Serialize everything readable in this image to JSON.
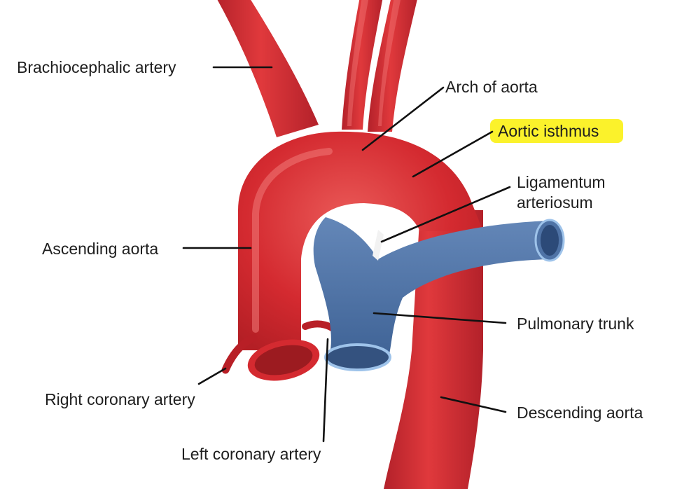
{
  "diagram": {
    "labels": {
      "brachiocephalic": "Brachiocephalic artery",
      "arch": "Arch of aorta",
      "isthmus": "Aortic isthmus",
      "ligamentum_line1": "Ligamentum",
      "ligamentum_line2": "arteriosum",
      "ascending": "Ascending aorta",
      "pulmonary": "Pulmonary trunk",
      "right_coronary": "Right coronary artery",
      "descending": "Descending aorta",
      "left_coronary": "Left coronary artery"
    },
    "highlighted_label": "Aortic isthmus",
    "colors": {
      "aorta": "#d42a30",
      "aorta_dark": "#9c1b20",
      "aorta_light": "#ea5a58",
      "pulmonary": "#4f73a6",
      "pulmonary_dark": "#34527f",
      "pulmonary_light": "#9ec3ea",
      "highlight": "#fbf22b",
      "ligament": "#f2f2f2",
      "text": "#1e1e1e"
    }
  }
}
